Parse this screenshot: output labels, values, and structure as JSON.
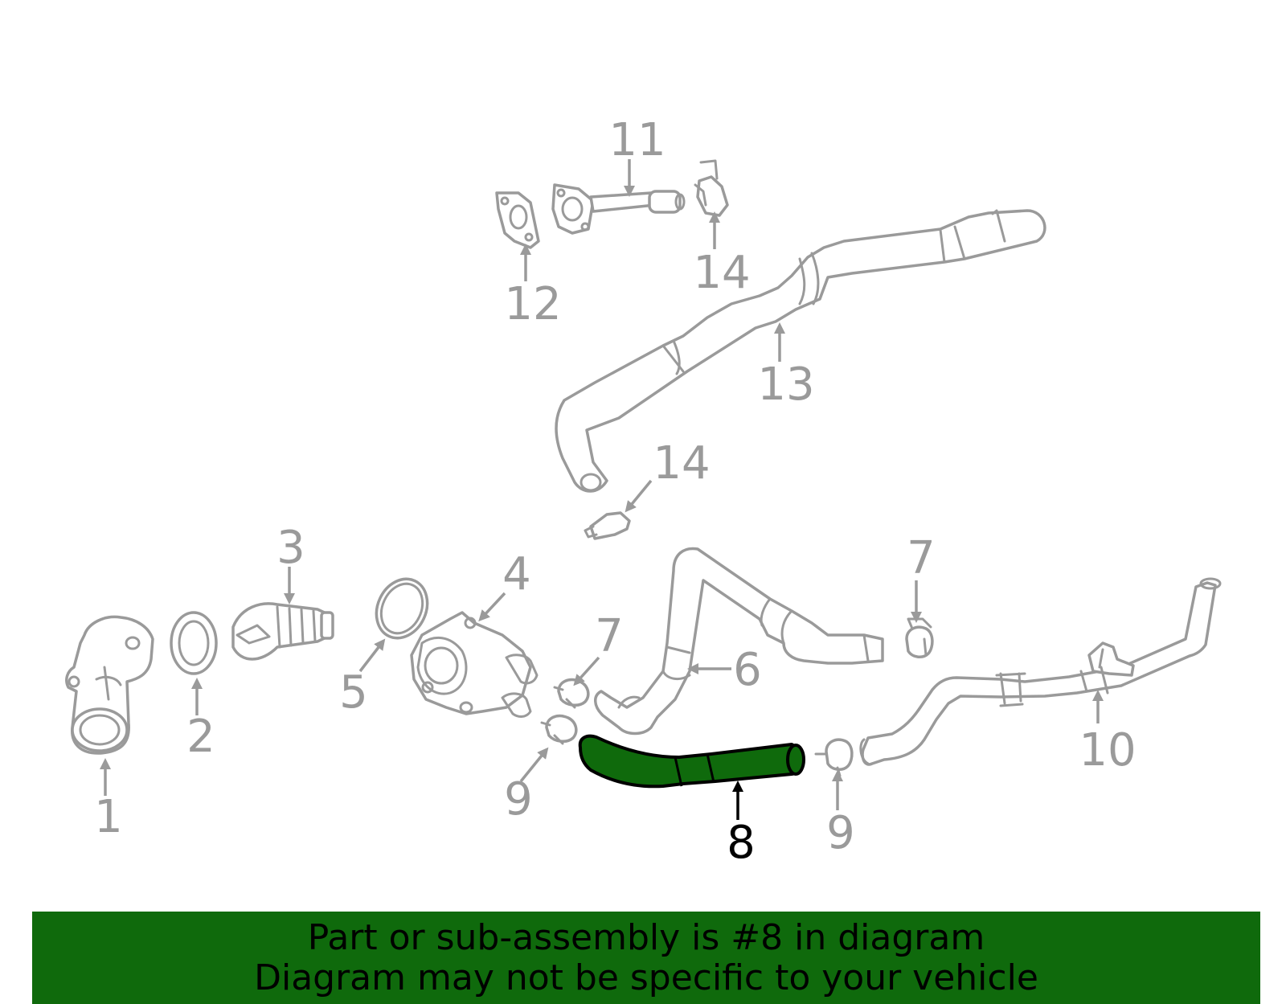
{
  "callouts": {
    "c1": "1",
    "c2": "2",
    "c3": "3",
    "c4": "4",
    "c5": "5",
    "c6": "6",
    "c7a": "7",
    "c7b": "7",
    "c8": "8",
    "c9a": "9",
    "c9b": "9",
    "c10": "10",
    "c11": "11",
    "c12": "12",
    "c13": "13",
    "c14a": "14",
    "c14b": "14"
  },
  "highlight_part": "8",
  "banner": {
    "line1": "Part or sub-assembly is #8 in diagram",
    "line2": "Diagram may not be specific to your vehicle"
  },
  "colors": {
    "highlight": "#0f6a0c",
    "banner_bg": "#0f6a0c",
    "part_outline": "#9a9a9a",
    "highlight_outline": "#000000"
  }
}
